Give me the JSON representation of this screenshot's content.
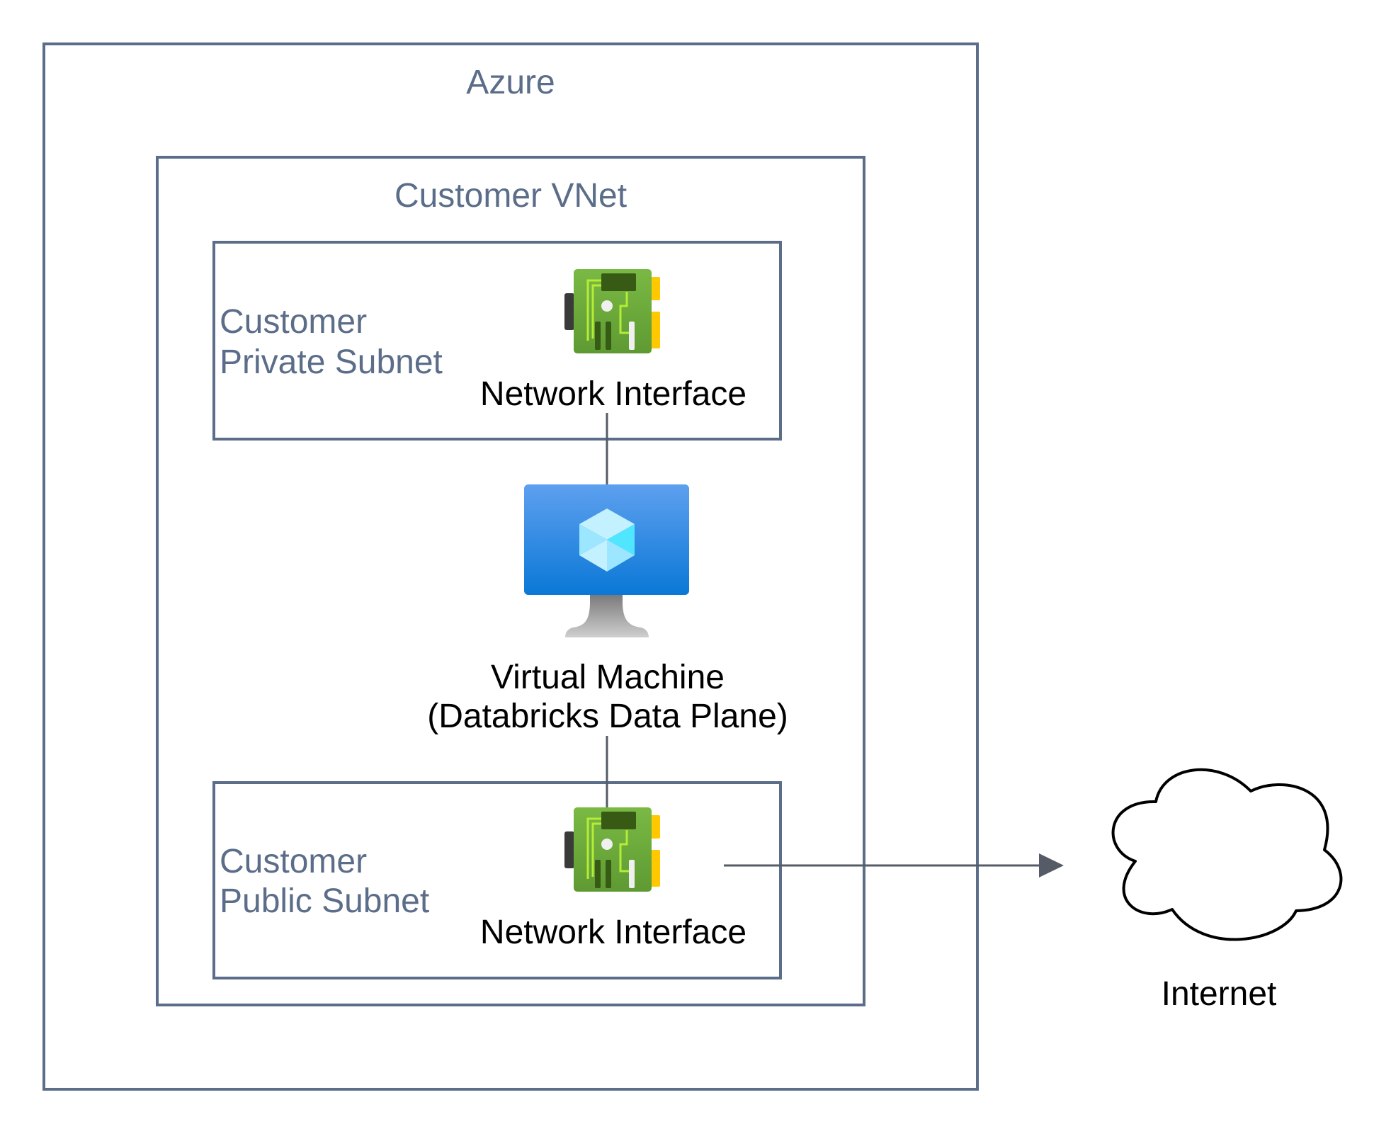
{
  "diagram": {
    "title": "Azure Databricks data plane network topology",
    "groups": {
      "azure": {
        "label": "Azure"
      },
      "vnet": {
        "label": "Customer VNet"
      },
      "private_subnet": {
        "label_line1": "Customer",
        "label_line2": "Private Subnet"
      },
      "public_subnet": {
        "label_line1": "Customer",
        "label_line2": "Public Subnet"
      }
    },
    "nodes": {
      "private_nic": {
        "label": "Network Interface",
        "icon": "network-interface-icon"
      },
      "vm": {
        "label_line1": "Virtual Machine",
        "label_line2": "(Databricks Data Plane)",
        "icon": "virtual-machine-icon"
      },
      "public_nic": {
        "label": "Network Interface",
        "icon": "network-interface-icon"
      },
      "internet": {
        "label": "Internet",
        "icon": "cloud-icon"
      }
    },
    "edges": [
      {
        "from": "private_nic",
        "to": "vm",
        "arrow": false
      },
      {
        "from": "vm",
        "to": "public_nic",
        "arrow": false
      },
      {
        "from": "public_nic",
        "to": "internet",
        "arrow": true
      }
    ],
    "colors": {
      "group_stroke": "#5b6d89",
      "group_text": "#5b6d89",
      "connector": "#555c67",
      "node_text": "#000000",
      "nic_green": "#76b83f",
      "nic_dark_green": "#375a14",
      "nic_trace": "#b4ec36",
      "nic_yellow": "#ffc800",
      "vm_blue_top": "#5ea0ef",
      "vm_blue_bottom": "#0078d4",
      "cube_light": "#c3f1ff"
    }
  }
}
